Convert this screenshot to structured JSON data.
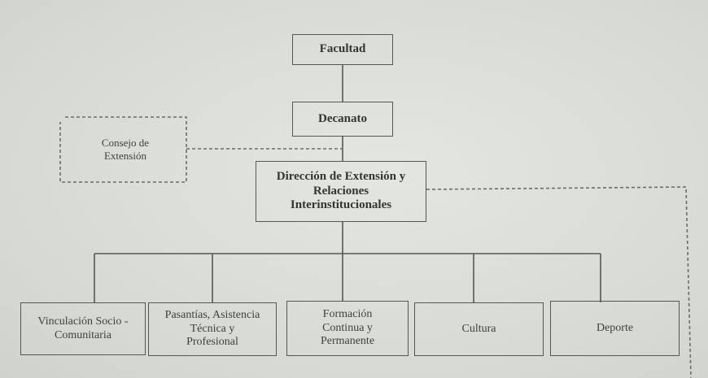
{
  "org_chart": {
    "facultad": "Facultad",
    "decanato": "Decanato",
    "consejo": "Consejo de\nExtensión",
    "direccion": "Dirección de Extensión y\nRelaciones\nInterinstitucionales",
    "units": [
      {
        "label": "Vinculación Socio -\nComunitaria"
      },
      {
        "label": "Pasantías, Asistencia\nTécnica y\nProfesional"
      },
      {
        "label": "Formación\nContinua y\nPermanente"
      },
      {
        "label": "Cultura"
      },
      {
        "label": "Deporte"
      }
    ]
  },
  "colors": {
    "line": "#545852",
    "dashed_line": "#6a6e67",
    "background": "#dcdfd8"
  }
}
